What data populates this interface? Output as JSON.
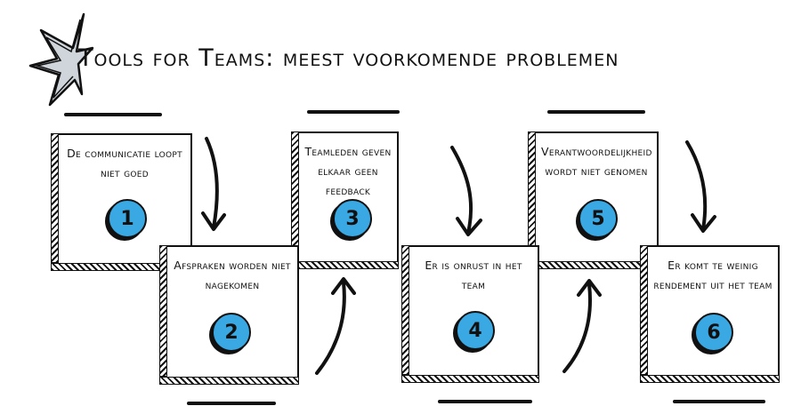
{
  "title": "Tools for Teams: meest voorkomende problemen",
  "steps": [
    {
      "number": "1",
      "text": "De communicatie loopt niet goed"
    },
    {
      "number": "2",
      "text": "Afspraken worden niet nagekomen"
    },
    {
      "number": "3",
      "text": "Teamleden geven elkaar geen feedback"
    },
    {
      "number": "4",
      "text": "Er is onrust in het team"
    },
    {
      "number": "5",
      "text": "Verantwoordelijkheid wordt niet genomen"
    },
    {
      "number": "6",
      "text": "Er komt te weinig rendement uit het team"
    }
  ],
  "colors": {
    "accent": "#3aa8e2",
    "ink": "#111111"
  }
}
